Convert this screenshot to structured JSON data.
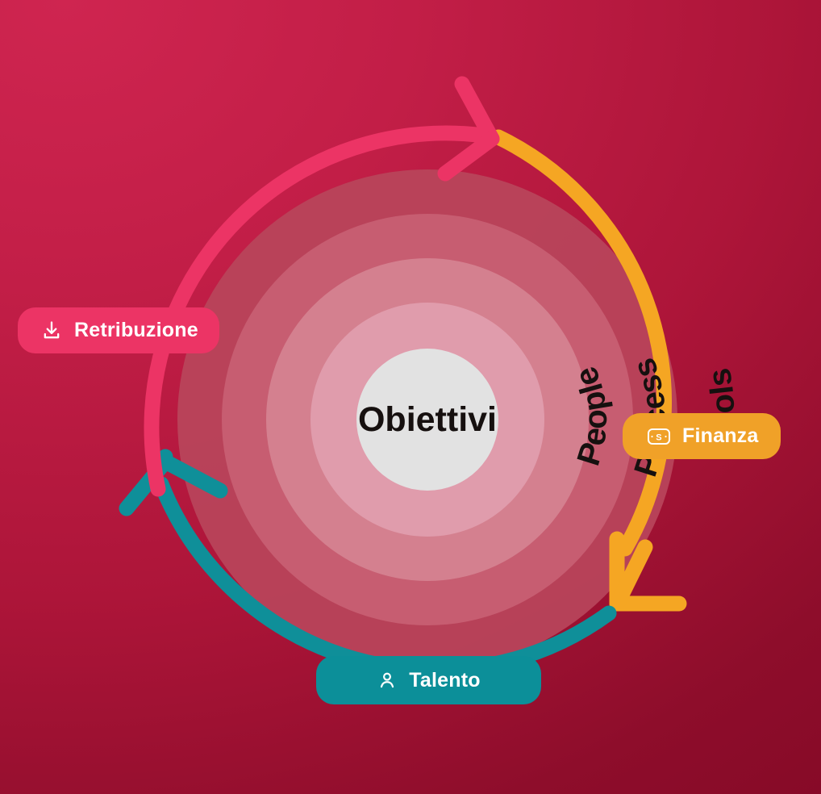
{
  "diagram": {
    "title_center": "Obiettivi",
    "background": {
      "color_light": "#cf2550",
      "color_dark": "#860a27"
    },
    "rings": [
      {
        "label": "Tools",
        "color": "#c14458",
        "radius": 255
      },
      {
        "label": "Process",
        "color": "#cf7183",
        "radius": 200
      },
      {
        "label": "People",
        "color": "#de9aac",
        "radius": 145
      }
    ],
    "center_circle": {
      "label": "Obiettivi",
      "color": "#e2e2e2",
      "text_color": "#16100f",
      "radius": 88
    },
    "outer_disc": {
      "color": "#b8455b",
      "radius": 310
    },
    "arcs": [
      {
        "name": "arc-pink",
        "color": "#ec3465",
        "arrow": "top-right-clockwise"
      },
      {
        "name": "arc-orange",
        "color": "#f5a623",
        "arrow": "bottom-right-down-left"
      },
      {
        "name": "arc-teal",
        "color": "#0f8f99",
        "arrow": "left-up"
      }
    ],
    "badges": [
      {
        "id": "retribuzione",
        "label": "Retribuzione",
        "icon": "download-icon",
        "color": "#ec3465",
        "text_color": "#ffffff"
      },
      {
        "id": "finanza",
        "label": "Finanza",
        "icon": "banknote-icon",
        "color": "#f0a128",
        "text_color": "#ffffff"
      },
      {
        "id": "talento",
        "label": "Talento",
        "icon": "person-icon",
        "color": "#0c8f99",
        "text_color": "#ffffff"
      }
    ]
  }
}
